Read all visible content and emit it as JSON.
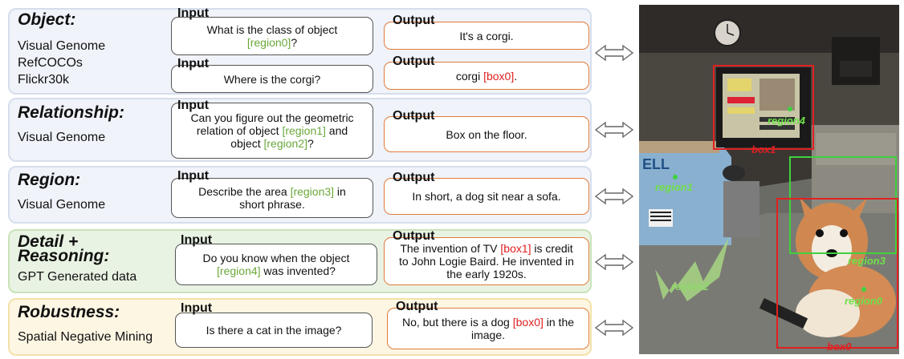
{
  "labels": {
    "input": "Input",
    "output": "Output"
  },
  "rows": [
    {
      "category": "Object:",
      "sources": [
        "Visual Genome",
        "RefCOCOs",
        "Flickr30k"
      ],
      "pairs": [
        {
          "input": [
            "What is the class of object",
            "[region0]",
            "?"
          ],
          "output": [
            "It's a corgi."
          ]
        },
        {
          "input": [
            "Where is the corgi?"
          ],
          "output": [
            "corgi ",
            "[box0]",
            "."
          ]
        }
      ]
    },
    {
      "category": "Relationship:",
      "sources": [
        "Visual Genome"
      ],
      "input": [
        "Can you figure out the geometric relation of object ",
        "[region1]",
        " and object ",
        "[region2]",
        "?"
      ],
      "output": [
        "Box on the floor."
      ]
    },
    {
      "category": "Region:",
      "sources": [
        "Visual Genome"
      ],
      "input": [
        "Describe the area ",
        "[region3]",
        " in short phrase."
      ],
      "output": [
        "In short, a dog sit near a sofa."
      ]
    },
    {
      "category": "Detail + Reasoning:",
      "category_lines": [
        "Detail +",
        "Reasoning:"
      ],
      "sources": [
        "GPT Generated data"
      ],
      "input": [
        "Do you know when the object ",
        "[region4]",
        " was invented?"
      ],
      "output": [
        "The invention of TV ",
        "[box1]",
        " is credit to John Logie Baird. He invented in the early 1920s."
      ]
    },
    {
      "category": "Robustness:",
      "sources": [
        "Spatial Negative Mining"
      ],
      "input": [
        "Is there a cat in the image?"
      ],
      "output": [
        "No, but there is a dog ",
        "[box0]",
        " in the image."
      ]
    }
  ],
  "image_annotations": {
    "regions": [
      "region4",
      "region1",
      "region2",
      "region3",
      "region0"
    ],
    "boxes": [
      "box1",
      "box0"
    ]
  },
  "colors": {
    "region": "#6aa83a",
    "box": "#e02020",
    "output_border": "#e07b39"
  }
}
